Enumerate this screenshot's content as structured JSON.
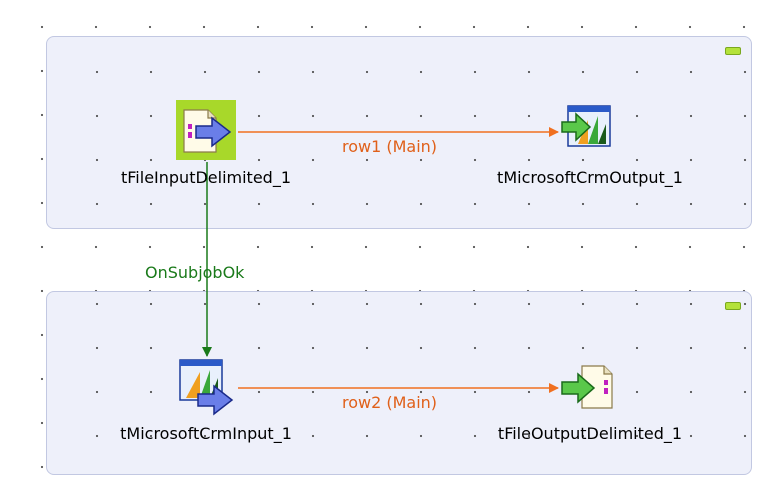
{
  "colors": {
    "main_link": "#f07020",
    "trigger_link": "#1a7a1a",
    "subjob_bg": "#eef0fa",
    "selected_bg": "#a8d82a"
  },
  "subjobs": [
    {
      "components": [
        {
          "label": "tFileInputDelimited_1",
          "icon": "file-input-delimited-icon",
          "selected": true
        },
        {
          "label": "tMicrosoftCrmOutput_1",
          "icon": "microsoft-crm-output-icon"
        }
      ]
    },
    {
      "components": [
        {
          "label": "tMicrosoftCrmInput_1",
          "icon": "microsoft-crm-input-icon"
        },
        {
          "label": "tFileOutputDelimited_1",
          "icon": "file-output-delimited-icon"
        }
      ]
    }
  ],
  "links": {
    "row1": "row1 (Main)",
    "row2": "row2 (Main)",
    "trigger": "OnSubjobOk"
  }
}
